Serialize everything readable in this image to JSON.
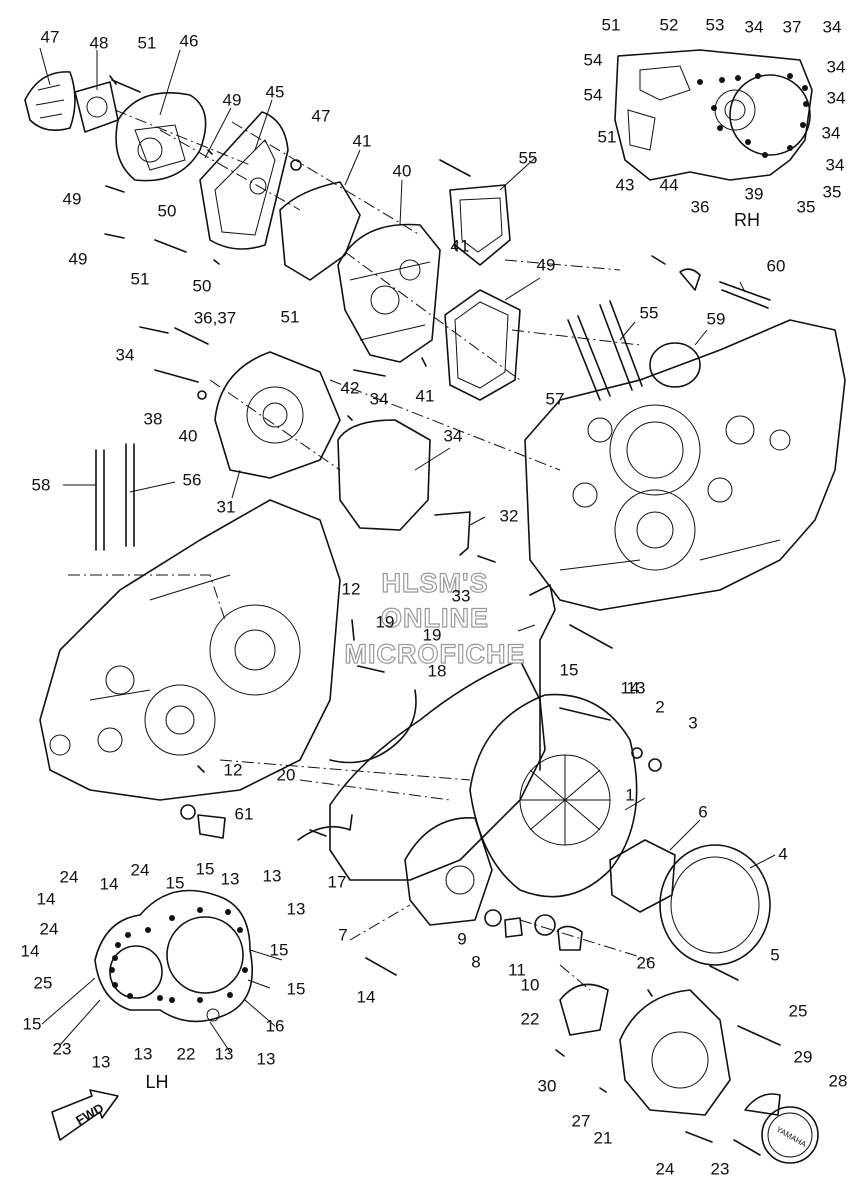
{
  "watermark": [
    "HLSM'S",
    "ONLINE",
    "MICROFICHE"
  ],
  "region_labels": {
    "rh": "RH",
    "lh": "LH"
  },
  "fwd_arrow": "FWD",
  "cover_logo": "YAMAHA",
  "callouts": [
    "1",
    "2",
    "3",
    "4",
    "5",
    "6",
    "7",
    "8",
    "9",
    "10",
    "11",
    "12",
    "12",
    "13",
    "13",
    "13",
    "13",
    "13",
    "13",
    "13",
    "13",
    "14",
    "14",
    "14",
    "14",
    "14",
    "15",
    "15",
    "15",
    "15",
    "15",
    "15",
    "16",
    "17",
    "18",
    "19",
    "19",
    "20",
    "21",
    "22",
    "22",
    "23",
    "23",
    "24",
    "24",
    "24",
    "24",
    "25",
    "25",
    "26",
    "27",
    "28",
    "29",
    "30",
    "31",
    "32",
    "33",
    "34",
    "34",
    "34",
    "34",
    "34",
    "34",
    "34",
    "34",
    "34",
    "35",
    "35",
    "36",
    "36,37",
    "37",
    "38",
    "39",
    "40",
    "40",
    "41",
    "41",
    "41",
    "42",
    "43",
    "44",
    "45",
    "46",
    "47",
    "47",
    "48",
    "49",
    "49",
    "49",
    "49",
    "50",
    "50",
    "51",
    "51",
    "51",
    "51",
    "51",
    "52",
    "53",
    "54",
    "54",
    "55",
    "55",
    "56",
    "57",
    "58",
    "59",
    "60",
    "61"
  ]
}
